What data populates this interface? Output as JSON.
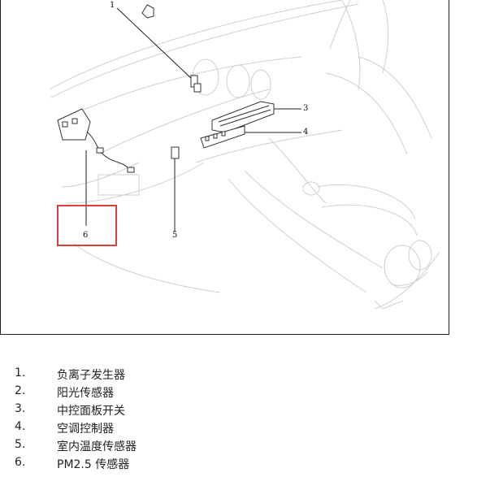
{
  "callouts": {
    "c1": "1",
    "c2": "",
    "c3": "3",
    "c4": "4",
    "c5": "5",
    "c6": "6"
  },
  "legend": [
    {
      "num": "1.",
      "label": "负离子发生器"
    },
    {
      "num": "2.",
      "label": "阳光传感器"
    },
    {
      "num": "3.",
      "label": "中控面板开关"
    },
    {
      "num": "4.",
      "label": "空调控制器"
    },
    {
      "num": "5.",
      "label": "室内温度传感器"
    },
    {
      "num": "6.",
      "label": "PM2.5 传感器"
    }
  ],
  "colors": {
    "highlight": "#d9403a",
    "linework": "#c8c8c8",
    "parts": "#333333"
  }
}
